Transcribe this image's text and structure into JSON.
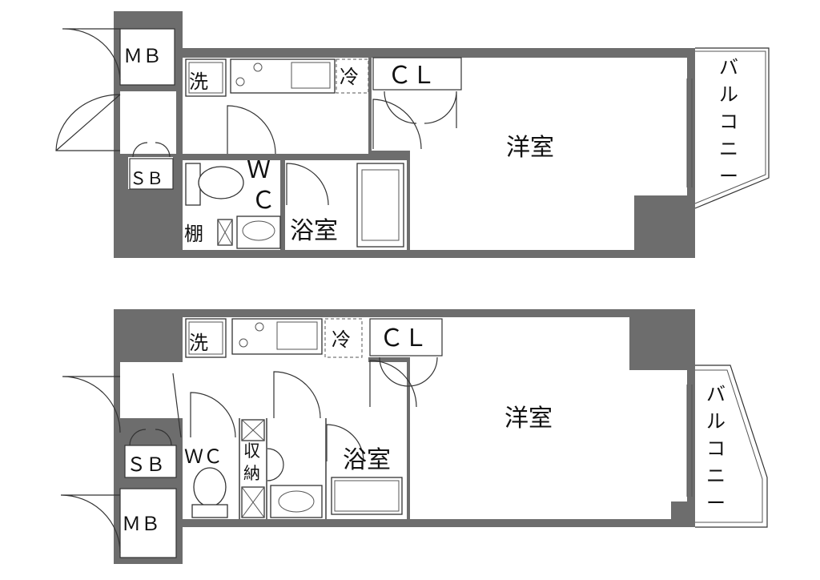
{
  "plans": [
    {
      "id": "top",
      "labels": {
        "mb": "ＭＢ",
        "sb": "ＳＢ",
        "wash": "洗",
        "fridge": "冷",
        "closet": "ＣＬ",
        "room": "洋室",
        "wc_w": "Ｗ",
        "wc_c": "Ｃ",
        "shelf": "棚",
        "bath": "浴室",
        "balcony": [
          "バ",
          "ル",
          "コ",
          "ニ",
          "ー"
        ]
      }
    },
    {
      "id": "bottom",
      "labels": {
        "mb": "ＭＢ",
        "sb": "ＳＢ",
        "wash": "洗",
        "fridge": "冷",
        "closet": "ＣＬ",
        "room": "洋室",
        "wc": "ＷＣ",
        "storage": [
          "収",
          "納"
        ],
        "bath": "浴室",
        "balcony": [
          "バ",
          "ル",
          "コ",
          "ニ",
          "ー"
        ]
      }
    }
  ]
}
